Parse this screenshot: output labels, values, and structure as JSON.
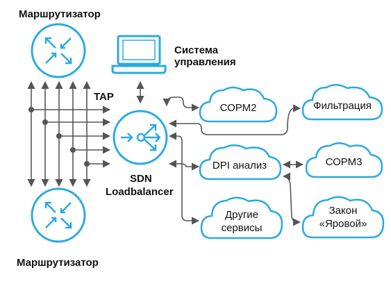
{
  "labels": {
    "router_top": "Маршрутизатор",
    "router_bottom": "Маршрутизатор",
    "mgmt_line1": "Система",
    "mgmt_line2": "управления",
    "tap": "TAP",
    "lb_line1": "SDN",
    "lb_line2": "Loadbalancer"
  },
  "clouds": {
    "sorm2": "СОРМ2",
    "filtration": "Фильтрация",
    "dpi": "DPI анализ",
    "sorm3": "СОРМ3",
    "other_line1": "Другие",
    "other_line2": "сервисы",
    "law_line1": "Закон",
    "law_line2": "«Яровой»"
  },
  "colors": {
    "accent": "#29aae1",
    "line": "#555555",
    "text": "#111111"
  },
  "icons": [
    "router-icon",
    "laptop-icon",
    "loadbalancer-icon",
    "cloud-icon"
  ]
}
